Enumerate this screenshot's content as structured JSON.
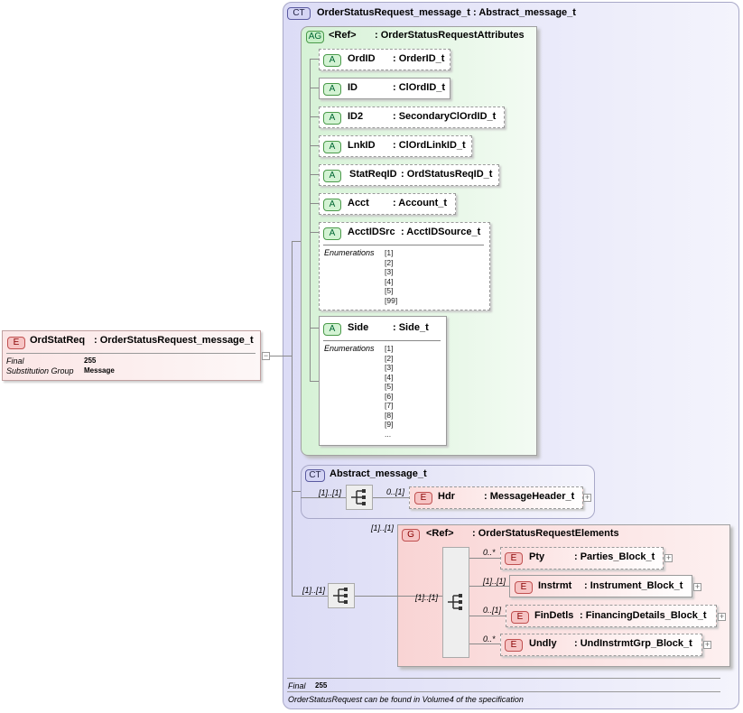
{
  "root": {
    "badge": "E",
    "name": "OrdStatReq",
    "type": ": OrderStatusRequest_message_t",
    "props": [
      {
        "label": "Final",
        "value": "255"
      },
      {
        "label": "Substitution Group",
        "value": "Message"
      }
    ]
  },
  "complex_type": {
    "badge": "CT",
    "title": "OrderStatusRequest_message_t : Abstract_message_t",
    "footer_label": "Final",
    "footer_value": "255",
    "footnote": "OrderStatusRequest can be found in Volume4 of the specification"
  },
  "attribute_group": {
    "badge": "AG",
    "name": "<Ref>",
    "type": ": OrderStatusRequestAttributes",
    "attributes": [
      {
        "badge": "A",
        "name": "OrdID",
        "type": ": OrderID_t"
      },
      {
        "badge": "A",
        "name": "ID",
        "type": ": ClOrdID_t"
      },
      {
        "badge": "A",
        "name": "ID2",
        "type": ": SecondaryClOrdID_t"
      },
      {
        "badge": "A",
        "name": "LnkID",
        "type": ": ClOrdLinkID_t"
      },
      {
        "badge": "A",
        "name": "StatReqID",
        "type": ": OrdStatusReqID_t"
      },
      {
        "badge": "A",
        "name": "Acct",
        "type": ": Account_t"
      },
      {
        "badge": "A",
        "name": "AcctIDSrc",
        "type": ": AcctIDSource_t",
        "enum_label": "Enumerations",
        "enums": [
          "[1]",
          "[2]",
          "[3]",
          "[4]",
          "[5]",
          "[99]"
        ]
      },
      {
        "badge": "A",
        "name": "Side",
        "type": ": Side_t",
        "enum_label": "Enumerations",
        "enums": [
          "[1]",
          "[2]",
          "[3]",
          "[4]",
          "[5]",
          "[6]",
          "[7]",
          "[8]",
          "[9]",
          "..."
        ]
      }
    ]
  },
  "abstract": {
    "badge": "CT",
    "title": "Abstract_message_t",
    "seq_card": "[1]..[1]",
    "element": {
      "badge": "E",
      "name": "Hdr",
      "type": ": MessageHeader_t",
      "card": "0..[1]"
    }
  },
  "group": {
    "badge": "G",
    "name": "<Ref>",
    "type": ": OrderStatusRequestElements",
    "card": "[1]..[1]",
    "outer_seq_card": "[1]..[1]",
    "inner_seq_card": "[1]..[1]",
    "elements": [
      {
        "badge": "E",
        "name": "Pty",
        "type": ": Parties_Block_t",
        "card": "0..*"
      },
      {
        "badge": "E",
        "name": "Instrmt",
        "type": ": Instrument_Block_t",
        "card": "[1]..[1]"
      },
      {
        "badge": "E",
        "name": "FinDetls",
        "type": ": FinancingDetails_Block_t",
        "card": "0..[1]"
      },
      {
        "badge": "E",
        "name": "Undly",
        "type": ": UndInstrmtGrp_Block_t",
        "card": "0..*"
      }
    ]
  },
  "colors": {
    "ct_bg": "#e6e6f8",
    "ag_bg": "#dff5df",
    "group_bg": "#fbe2e2",
    "root_bg": "#fbeaea"
  }
}
